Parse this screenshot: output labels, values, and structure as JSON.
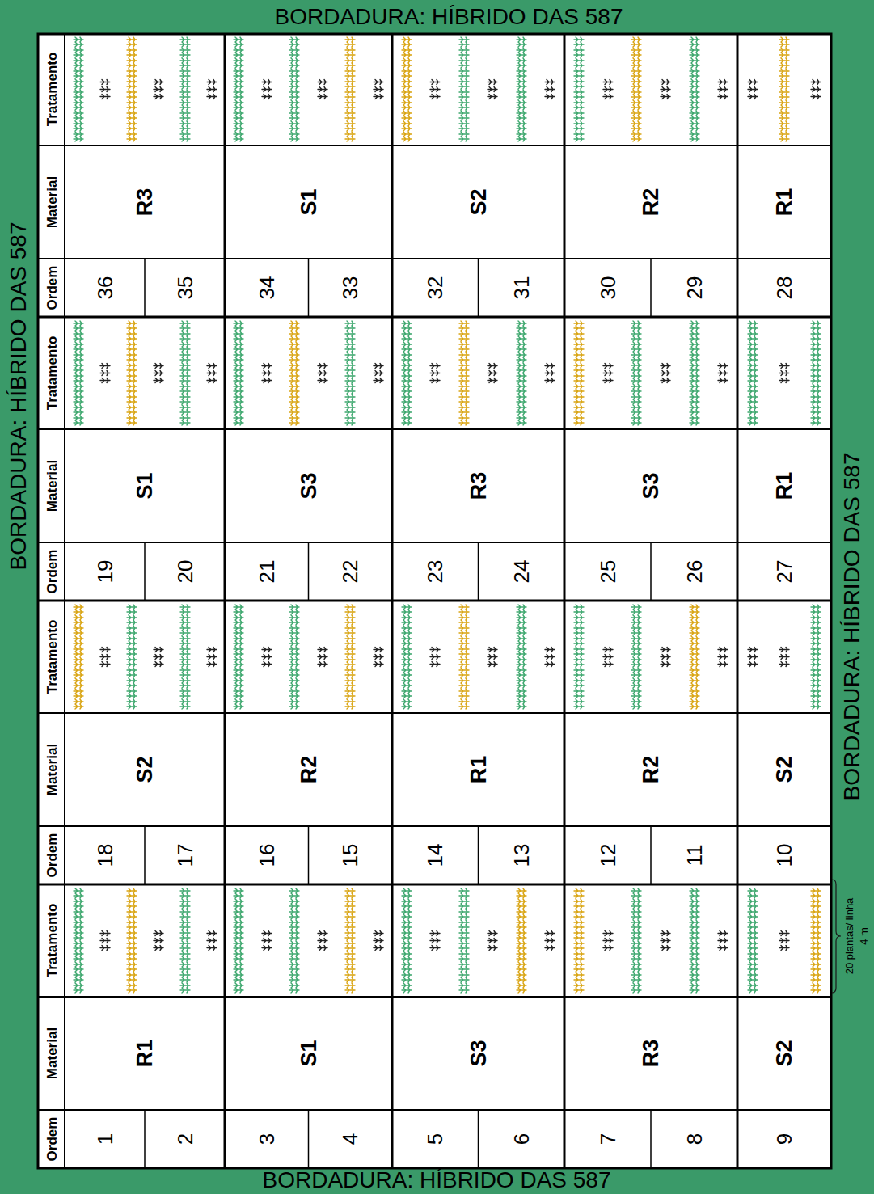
{
  "diagram": {
    "labels": [
      "BORDADURA: HÍBRIDO DAS 587",
      "BORDADURA: HÍBRIDO DAS 587",
      "Ordem",
      "Material",
      "Tratamento",
      "Ordem",
      "Material",
      "Tratamento",
      "Ordem",
      "Material",
      "Tratamento",
      "Ordem",
      "Material",
      "Tratamento",
      "1",
      "2",
      "3",
      "4",
      "5",
      "6",
      "7",
      "8",
      "9",
      "R1",
      "S1",
      "S3",
      "R3",
      "S2",
      "18",
      "17",
      "16",
      "15",
      "14",
      "13",
      "12",
      "11",
      "10",
      "S2",
      "R2",
      "R1",
      "R2",
      "S2",
      "19",
      "20",
      "21",
      "22",
      "23",
      "24",
      "25",
      "26",
      "27",
      "S1",
      "S3",
      "R3",
      "S3",
      "R1",
      "36",
      "35",
      "34",
      "33",
      "32",
      "31",
      "30",
      "29",
      "28",
      "R3",
      "S1",
      "S2",
      "R2",
      "R1",
      "20 plantas/ linha",
      "4 m",
      "BORDADURA: HÍBRIDO DAS 587",
      "BORDADURA: HÍBRIDO DAS 587"
    ]
  }
}
